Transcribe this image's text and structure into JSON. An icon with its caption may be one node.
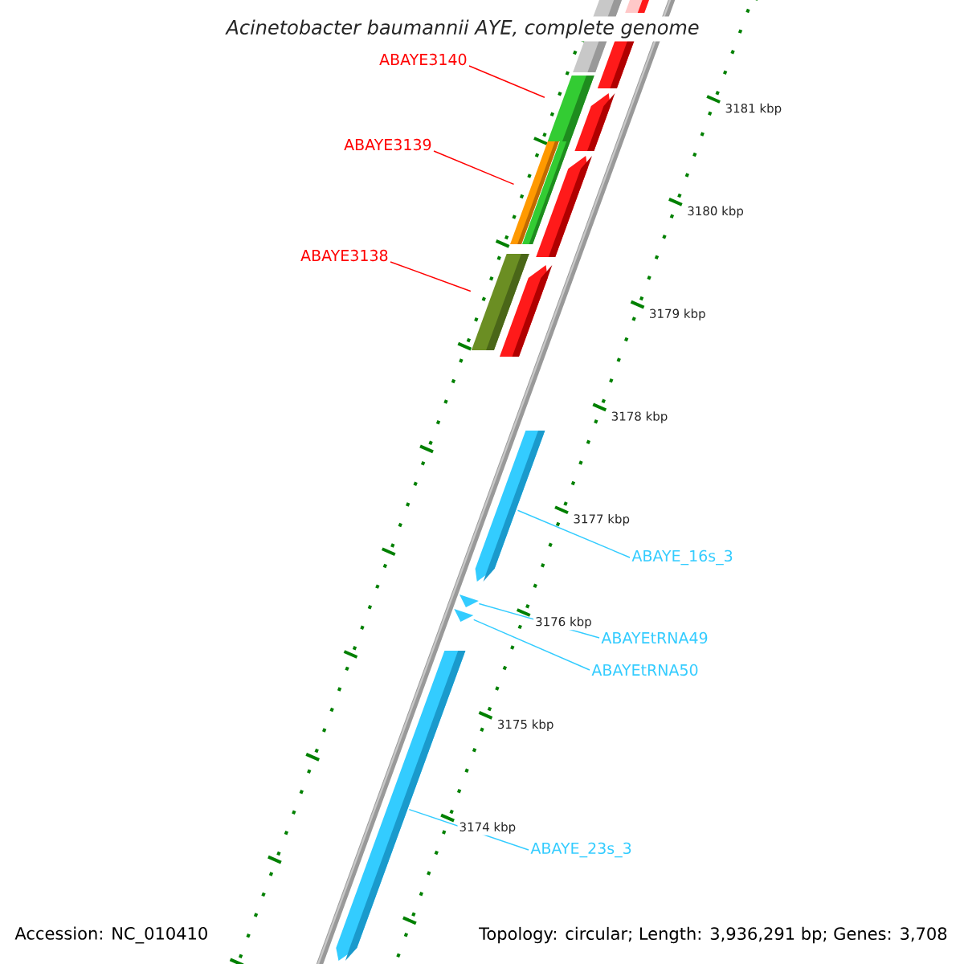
{
  "diagram": {
    "title": "Acinetobacter baumannii AYE, complete genome",
    "nodes": [
      {
        "text": [
          "ABAYE3140"
        ]
      },
      {
        "text": [],
        "shape": "bar"
      },
      {
        "text": [
          "ABAYE3139"
        ]
      },
      {
        "text": [],
        "shape": "bar"
      },
      {
        "text": [
          "ABAYE3138"
        ]
      },
      {
        "text": [],
        "shape": "bar"
      },
      {
        "text": [
          "ABAYE_16s_3"
        ]
      },
      {
        "text": [],
        "shape": "bar"
      },
      {
        "text": [
          "ABAYEtRNA49"
        ]
      },
      {
        "text": [],
        "shape": "triangle"
      },
      {
        "text": [
          "ABAYEtRNA50"
        ]
      },
      {
        "text": [],
        "shape": "triangle"
      },
      {
        "text": [
          "ABAYE_23s_3"
        ]
      },
      {
        "text": [],
        "shape": "bar"
      }
    ],
    "edges": [
      {
        "from": 0,
        "to": 1,
        "arrow": "none",
        "color": "#ff0000"
      },
      {
        "from": 2,
        "to": 3,
        "arrow": "none",
        "color": "#ff0000"
      },
      {
        "from": 4,
        "to": 5,
        "arrow": "none",
        "color": "#ff0000"
      },
      {
        "from": 6,
        "to": 7,
        "arrow": "none"
      },
      {
        "from": 8,
        "to": 9,
        "arrow": "none"
      },
      {
        "from": 10,
        "to": 11,
        "arrow": "none"
      },
      {
        "from": 12,
        "to": 13,
        "arrow": "none"
      }
    ],
    "labels": [
      "3181 kbp",
      "3180 kbp",
      "3179 kbp",
      "3178 kbp",
      "3177 kbp",
      "3176 kbp",
      "3175 kbp",
      "3174 kbp",
      "Accession: NC_010410",
      "Topology: circular; Length: 3,936,291 bp; Genes: 3,708"
    ]
  }
}
